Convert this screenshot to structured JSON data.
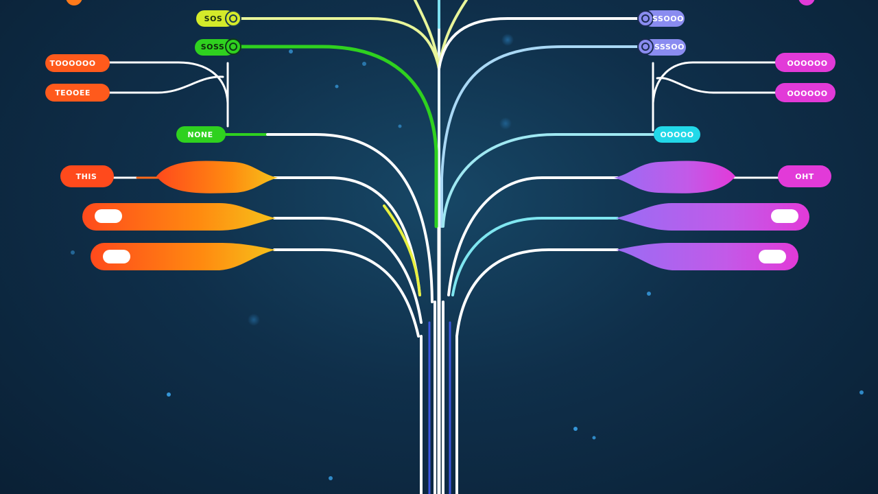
{
  "palette": {
    "background": "#0f2f4a",
    "trunk": "#ffffff",
    "orange": "#ff6a1a",
    "red_orange": "#ff4a1c",
    "yellow": "#d4ea2a",
    "green": "#2fd11f",
    "cyan": "#22d8e8",
    "periwinkle": "#8a8cf0",
    "magenta": "#e23ad8",
    "violet": "#b060f0"
  },
  "left_tags": {
    "top_yellow": "SOS",
    "top_green": "SOSS",
    "upper_orange_1": "TOOOOOO",
    "upper_orange_2": "TEOOEE",
    "mid_green": "NONE",
    "lower_red": "THIS"
  },
  "right_tags": {
    "top_periwinkle_1": "SSOOO",
    "top_periwinkle_2": "SSSOO",
    "upper_magenta_1": "OOOOOO",
    "upper_magenta_2": "OOOOOO",
    "mid_cyan": "OOOOO",
    "lower_magenta": "OHT"
  }
}
